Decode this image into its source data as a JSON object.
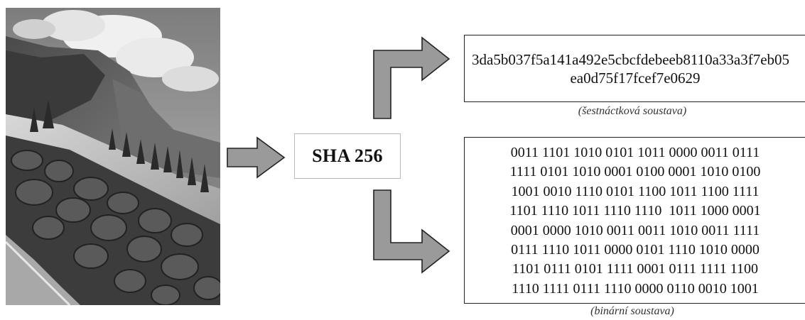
{
  "photo": {
    "icon": "mountain-landscape-photo"
  },
  "hash_box": {
    "label": "SHA 256"
  },
  "hex_output": {
    "line1": "3da5b037f5a141a492e5cbcfdebeeb8110a33a3f7eb05",
    "line2": "ea0d75f17fcef7e0629",
    "caption": "(šestnáctková soustava)"
  },
  "binary_output": {
    "lines": [
      "0011 1101 1010 0101 1011 0000 0011 0111",
      "1111 0101 1010 0001 0100 0001 1010 0100",
      "1001 0010 1110 0101 1100 1011 1100 1111",
      "1101 1110 1011 1110 1110  1011 1000 0001",
      "0001 0000 1010 0011 0011 1010 0011 1111",
      "0111 1110 1011 0000 0101 1110 1010 0000",
      "1101 0111 0101 1111 0001 0111 1111 1100",
      "1110 1111 0111 1110 0000 0110 0010 1001"
    ],
    "caption": "(binární soustava)"
  },
  "colors": {
    "arrow_fill": "#9a9a9a",
    "arrow_stroke": "#222222",
    "box_border": "#b9b9b9"
  }
}
